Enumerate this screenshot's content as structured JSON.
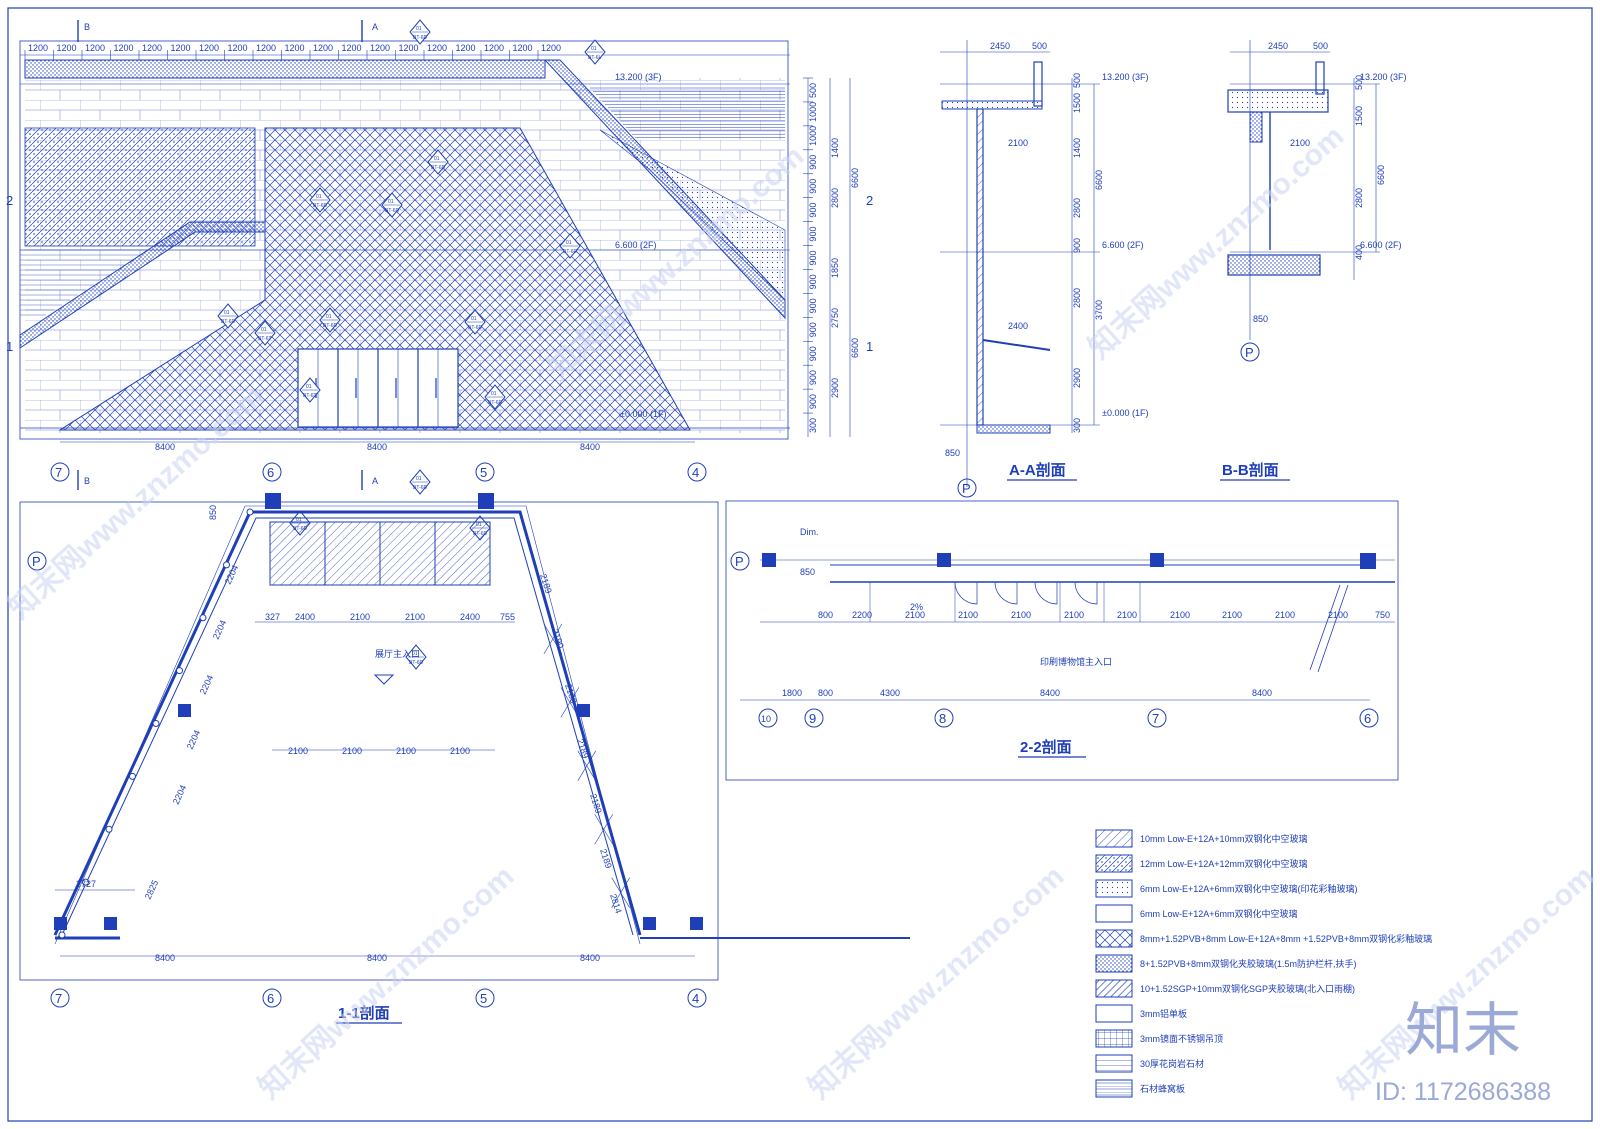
{
  "colors": {
    "line": "#1f3fb8",
    "light": "#6f86d6",
    "watermark": "#c9d3f2",
    "logo": "#9aa9d6"
  },
  "titles": {
    "section_aa": "A-A剖面",
    "section_bb": "B-B剖面",
    "section_11": "1-1剖面",
    "section_22": "2-2剖面"
  },
  "section_marks": {
    "a": "A",
    "b": "B",
    "one": "1",
    "two": "2"
  },
  "grid_axes": {
    "n7": "7",
    "n6": "6",
    "n5": "5",
    "n4": "4",
    "p": "P",
    "n10": "10",
    "n9": "9",
    "n8": "8"
  },
  "elevation": {
    "top_dims": [
      "1200",
      "1200",
      "1200",
      "1200",
      "1200",
      "1200",
      "1200",
      "1200",
      "1200",
      "1200",
      "1200",
      "1200",
      "1200",
      "1200",
      "1200",
      "1200",
      "1200",
      "1200",
      "1200"
    ],
    "bottom_dims": [
      "8400",
      "8400",
      "8400"
    ],
    "level_3f": "13.200 (3F)",
    "level_2f": "6.600 (2F)",
    "level_1f": "±0.000 (1F)",
    "right_dims": [
      "500",
      "1000",
      "1000",
      "900",
      "900",
      "900",
      "900",
      "900",
      "900",
      "900",
      "900",
      "900",
      "900",
      "900",
      "300"
    ],
    "right_sub_dims": [
      "1400",
      "2800",
      "1850",
      "2750",
      "2900"
    ],
    "right_total_dims": [
      "6600",
      "6600"
    ]
  },
  "tags": {
    "t1": "01",
    "t2": "BT-6D",
    "t3": "BT-6T",
    "t4": "BT-6L"
  },
  "section_aa": {
    "w1": "2450",
    "w2": "500",
    "d1": "2100",
    "d2": "2400",
    "d3": "850",
    "h": [
      "500",
      "1500",
      "1400",
      "2800",
      "900",
      "2800",
      "2900",
      "300"
    ],
    "total": [
      "6600",
      "3700"
    ]
  },
  "section_bb": {
    "w1": "2450",
    "w2": "500",
    "d1": "2100",
    "d2": "850",
    "h": [
      "500",
      "1500",
      "2800",
      "400"
    ],
    "total": [
      "6600"
    ]
  },
  "plan_11": {
    "top": [
      "327",
      "2400",
      "2100",
      "2100",
      "2400",
      "755"
    ],
    "mid": [
      "2100",
      "2100",
      "2100",
      "2100"
    ],
    "left_dims": [
      "2204",
      "2204",
      "2204",
      "2204",
      "2204",
      "2825"
    ],
    "right_dims": [
      "2189",
      "2190",
      "2188",
      "2189",
      "2189",
      "2189",
      "2814"
    ],
    "misc": [
      "850",
      "2727"
    ],
    "bottom": [
      "8400",
      "8400",
      "8400"
    ],
    "entry": "展厅主入口"
  },
  "plan_22": {
    "dims": [
      "800",
      "2200",
      "2100",
      "2100",
      "2100",
      "2100",
      "2100",
      "2100",
      "2100",
      "2100",
      "2100",
      "750"
    ],
    "axis_dims": [
      "1800",
      "800",
      "4300",
      "8400",
      "8400"
    ],
    "left": [
      "Dim.",
      "850"
    ],
    "slope": "2%",
    "entry": "印刷博物馆主入口"
  },
  "legend": [
    {
      "label": "10mm Low-E+12A+10mm双钢化中空玻璃",
      "pattern": "hatch"
    },
    {
      "label": "12mm Low-E+12A+12mm双钢化中空玻璃",
      "pattern": "hatchdots"
    },
    {
      "label": "6mm Low-E+12A+6mm双钢化中空玻璃(印花彩釉玻璃)",
      "pattern": "dots"
    },
    {
      "label": "6mm Low-E+12A+6mm双钢化中空玻璃",
      "pattern": "plain"
    },
    {
      "label": "8mm+1.52PVB+8mm Low-E+12A+8mm +1.52PVB+8mm双钢化彩釉玻璃",
      "pattern": "cross"
    },
    {
      "label": "8+1.52PVB+8mm双钢化夹胶玻璃(1.5m防护栏杆,扶手)",
      "pattern": "dense"
    },
    {
      "label": "10+1.52SGP+10mm双钢化SGP夹胶玻璃(北入口雨棚)",
      "pattern": "hatchbold"
    },
    {
      "label": "3mm铝单板",
      "pattern": "plain"
    },
    {
      "label": "3mm镜面不锈钢吊顶",
      "pattern": "grid"
    },
    {
      "label": "30厚花岗岩石材",
      "pattern": "lines"
    },
    {
      "label": "石材蜂窝板",
      "pattern": "lines2"
    }
  ],
  "watermark": {
    "text": "知末网www.znzmo.com",
    "logo": "知末",
    "id": "ID: 1172686388"
  }
}
